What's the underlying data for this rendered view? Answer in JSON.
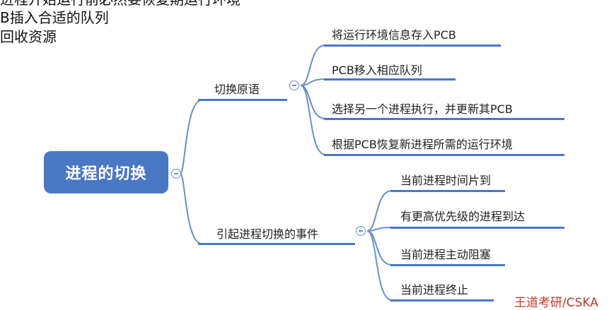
{
  "top_text": {
    "line1": "进程开始运行前必然要恢复期运行环境",
    "line2": "B插入合适的队列",
    "line3": "回收资源"
  },
  "mindmap": {
    "root": "进程的切换",
    "branches": [
      {
        "label": "切换原语",
        "children": [
          "将运行环境信息存入PCB",
          "PCB移入相应队列",
          "选择另一个进程执行，并更新其PCB",
          "根据PCB恢复新进程所需的运行环境"
        ]
      },
      {
        "label": "引起进程切换的事件",
        "children": [
          "当前进程时间片到",
          "有更高优先级的进程到达",
          "当前进程主动阻塞",
          "当前进程终止"
        ]
      }
    ]
  },
  "watermark": "王道考研/CSKA",
  "colors": {
    "accent": "#4a78c4",
    "root_bg": "#4a78c4",
    "watermark": "#c0392b"
  }
}
